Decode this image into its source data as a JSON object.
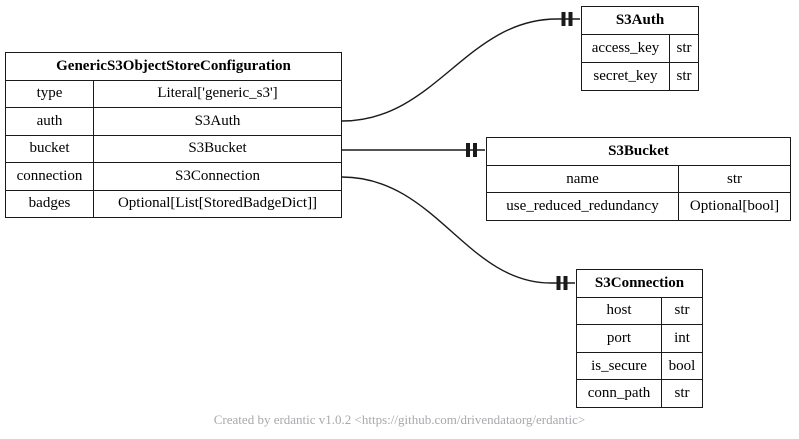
{
  "diagram": {
    "type": "entity-relationship-diagram",
    "footer": "Created by erdantic v1.0.2 <https://github.com/drivendataorg/erdantic>",
    "colors": {
      "line": "#1a1a1a",
      "bg": "#ffffff",
      "footer_text": "#a8a8ae"
    }
  },
  "entities": {
    "config": {
      "title": "GenericS3ObjectStoreConfiguration",
      "fields": [
        {
          "name": "type",
          "type": "Literal['generic_s3']"
        },
        {
          "name": "auth",
          "type": "S3Auth"
        },
        {
          "name": "bucket",
          "type": "S3Bucket"
        },
        {
          "name": "connection",
          "type": "S3Connection"
        },
        {
          "name": "badges",
          "type": "Optional[List[StoredBadgeDict]]"
        }
      ]
    },
    "s3auth": {
      "title": "S3Auth",
      "fields": [
        {
          "name": "access_key",
          "type": "str"
        },
        {
          "name": "secret_key",
          "type": "str"
        }
      ]
    },
    "s3bucket": {
      "title": "S3Bucket",
      "fields": [
        {
          "name": "name",
          "type": "str"
        },
        {
          "name": "use_reduced_redundancy",
          "type": "Optional[bool]"
        }
      ]
    },
    "s3connection": {
      "title": "S3Connection",
      "fields": [
        {
          "name": "host",
          "type": "str"
        },
        {
          "name": "port",
          "type": "int"
        },
        {
          "name": "is_secure",
          "type": "bool"
        },
        {
          "name": "conn_path",
          "type": "str"
        }
      ]
    }
  },
  "relationships": [
    {
      "source": "GenericS3ObjectStoreConfiguration.auth",
      "target": "S3Auth",
      "cardinality": "exactly one"
    },
    {
      "source": "GenericS3ObjectStoreConfiguration.bucket",
      "target": "S3Bucket",
      "cardinality": "exactly one"
    },
    {
      "source": "GenericS3ObjectStoreConfiguration.connection",
      "target": "S3Connection",
      "cardinality": "exactly one"
    }
  ]
}
